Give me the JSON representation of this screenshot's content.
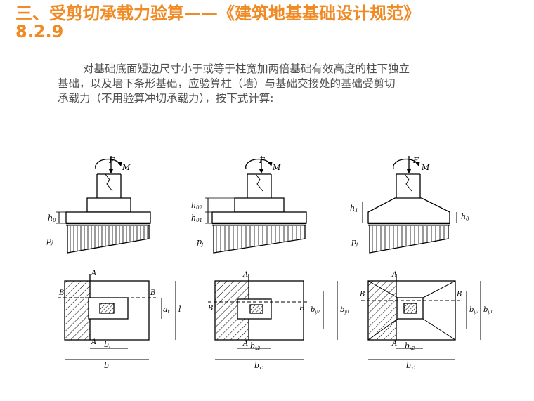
{
  "title": {
    "line1": "三、受剪切承载力验算——《建筑地基基础设计规范》",
    "line2": "8.2.9"
  },
  "paragraph": {
    "line1": "对基础底面短边尺寸小于或等于柱宽加两倍基础有效高度的柱下独立",
    "line2": "基础，以及墙下条形基础，应验算柱（墙）与基础交接处的基础受剪切",
    "line3": "承载力（不用验算冲切承载力），按下式计算:"
  },
  "figure": {
    "load_F": "F",
    "load_M": "M",
    "a": {
      "h0": "h",
      "h0_sub": "0",
      "pj": "p",
      "pj_sub": "j",
      "A": "A",
      "B": "B",
      "at": "a",
      "at_sub": "t",
      "l": "l",
      "bt": "b",
      "bt_sub": "t",
      "b": "b"
    },
    "b": {
      "h02": "h",
      "h02_sub": "02",
      "h01": "h",
      "h01_sub": "01",
      "pj": "p",
      "pj_sub": "j",
      "A": "A",
      "B": "B",
      "by2": "b",
      "by2_sub": "y2",
      "by1": "b",
      "by1_sub": "y1",
      "bx2": "b",
      "bx2_sub": "x2",
      "bx1": "b",
      "bx1_sub": "x1"
    },
    "c": {
      "h1": "h",
      "h1_sub": "1",
      "h0": "h",
      "h0_sub": "0",
      "pj": "p",
      "pj_sub": "j",
      "A": "A",
      "B": "B",
      "by2": "b",
      "by2_sub": "y2",
      "by1": "b",
      "by1_sub": "y1",
      "bx2": "b",
      "bx2_sub": "x2",
      "bx1": "b",
      "bx1_sub": "x1"
    }
  }
}
